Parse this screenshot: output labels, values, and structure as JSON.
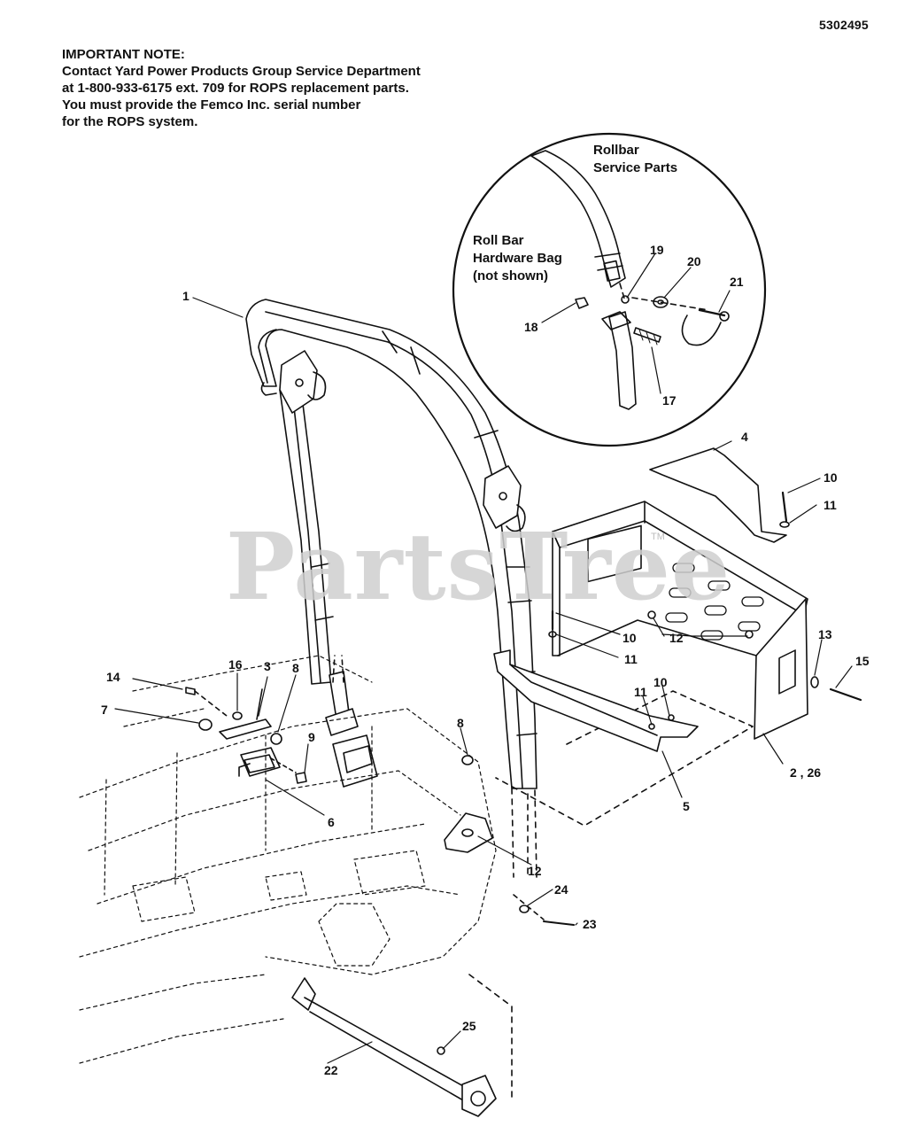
{
  "document_number": "5302495",
  "note": {
    "heading": "IMPORTANT NOTE:",
    "lines": [
      "Contact Yard Power Products Group Service Department",
      "at 1-800-933-6175 ext. 709 for ROPS replacement parts.",
      "You must provide the Femco Inc. serial number",
      "for the ROPS system."
    ]
  },
  "inset": {
    "title_lines": [
      "Rollbar",
      "Service Parts"
    ],
    "hardware_lines": [
      "Roll Bar",
      "Hardware Bag",
      "(not shown)"
    ]
  },
  "watermark": {
    "text": "PartsTree",
    "mark": "TM"
  },
  "callouts": [
    {
      "id": "c1",
      "text": "1"
    },
    {
      "id": "c3",
      "text": "3"
    },
    {
      "id": "c4",
      "text": "4"
    },
    {
      "id": "c5",
      "text": "5"
    },
    {
      "id": "c6",
      "text": "6"
    },
    {
      "id": "c7",
      "text": "7"
    },
    {
      "id": "c8a",
      "text": "8"
    },
    {
      "id": "c8b",
      "text": "8"
    },
    {
      "id": "c9",
      "text": "9"
    },
    {
      "id": "c10a",
      "text": "10"
    },
    {
      "id": "c10b",
      "text": "10"
    },
    {
      "id": "c10c",
      "text": "10"
    },
    {
      "id": "c11a",
      "text": "11"
    },
    {
      "id": "c11b",
      "text": "11"
    },
    {
      "id": "c11c",
      "text": "11"
    },
    {
      "id": "c12a",
      "text": "12"
    },
    {
      "id": "c12b",
      "text": "12"
    },
    {
      "id": "c13",
      "text": "13"
    },
    {
      "id": "c14",
      "text": "14"
    },
    {
      "id": "c15",
      "text": "15"
    },
    {
      "id": "c16",
      "text": "16"
    },
    {
      "id": "c17",
      "text": "17"
    },
    {
      "id": "c18",
      "text": "18"
    },
    {
      "id": "c19",
      "text": "19"
    },
    {
      "id": "c20",
      "text": "20"
    },
    {
      "id": "c21",
      "text": "21"
    },
    {
      "id": "c22",
      "text": "22"
    },
    {
      "id": "c23",
      "text": "23"
    },
    {
      "id": "c24",
      "text": "24"
    },
    {
      "id": "c25",
      "text": "25"
    },
    {
      "id": "c2_26",
      "text": "2 , 26"
    }
  ],
  "colors": {
    "ink": "#111111",
    "watermark": "#cfcfcf",
    "background": "#ffffff"
  }
}
